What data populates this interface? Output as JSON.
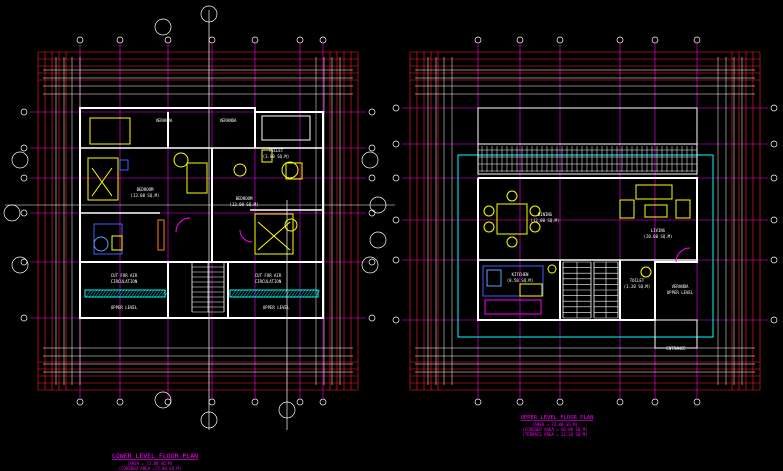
{
  "colors": {
    "background": "#000000",
    "grid_red": "#ff2020",
    "magenta": "#ff00ff",
    "white": "#ffffff",
    "cyan": "#00ffff",
    "yellow": "#ffff00",
    "blue": "#4060ff",
    "green": "#20ff40",
    "orange": "#ff8000",
    "light_blue": "#60a0ff"
  },
  "lower_plan": {
    "title": "LOWER LEVEL FLOOR PLAN",
    "subtitle_1": "(AREA = 73.00 SQ.M)",
    "subtitle_2": "(COVERED AREA =73.00 SQ.M)",
    "labels": {
      "veranda_left": "VERANDA",
      "veranda_right": "VERANDA",
      "bedroom_1": "BEDROOM",
      "bedroom_1_sub": "(13.00 SQ.M)",
      "bedroom_2": "BEDROOM",
      "bedroom_2_sub": "(13.00 SQ.M)",
      "toilet": "TOILET",
      "toilet_sub": "(3.80 SQ.M)",
      "cut_left": "CUT FOR AIR",
      "cut_left_sub": "CIRCULATION",
      "cut_right": "CUT FOR AIR",
      "cut_right_sub": "CIRCULATION",
      "upper_left": "UPPER LEVEL",
      "upper_right": "UPPER LEVEL"
    }
  },
  "upper_plan": {
    "title": "UPPER LEVEL FLOOR PLAN",
    "subtitle_1": "(AREA = 73.00 SQ.M)",
    "subtitle_2": "(COVERED AREA = 60.80 SQ.M)",
    "subtitle_3": "(TERRACE AREA = 12.20 SQ.M)",
    "labels": {
      "dining": "DINING",
      "dining_sub": "(12.00 SQ.M)",
      "living": "LIVING",
      "living_sub": "(20.00 SQ.M)",
      "kitchen": "KITCHEN",
      "kitchen_sub": "(8.50 SQ.M)",
      "toilet": "TOILET",
      "toilet_sub": "(3.20 SQ.M)",
      "veranda": "VERANDA",
      "veranda_sub": "UPPER LEVEL",
      "entrance": "ENTRANCE"
    }
  }
}
